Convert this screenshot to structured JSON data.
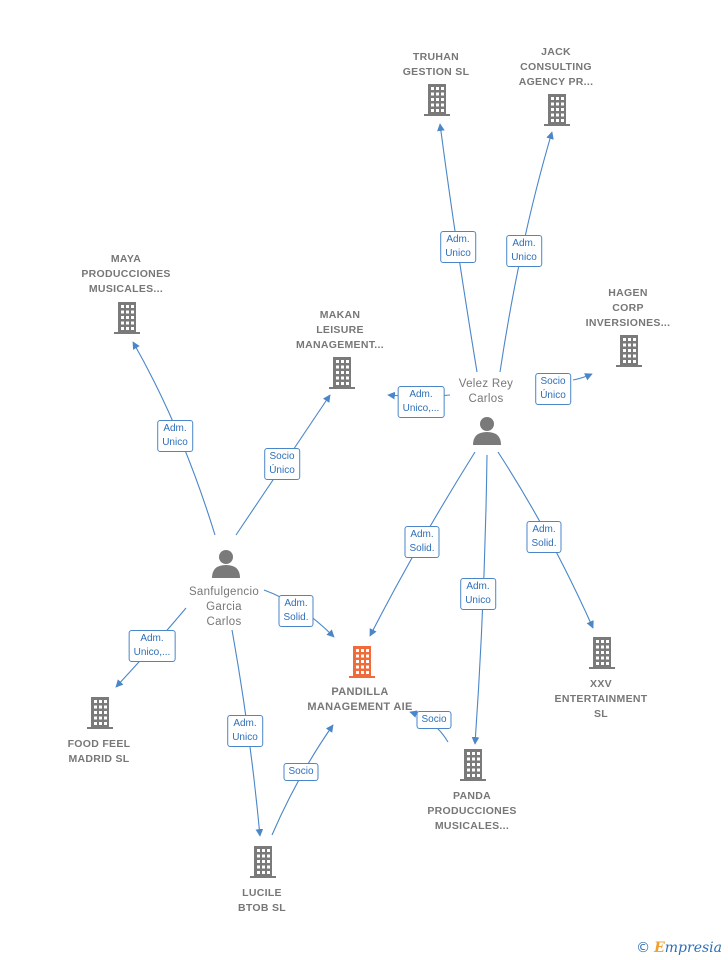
{
  "nodes": [
    {
      "id": "truhan",
      "type": "company",
      "label": "TRUHAN\nGESTION  SL"
    },
    {
      "id": "jack",
      "type": "company",
      "label": "JACK\nCONSULTING\nAGENCY PR..."
    },
    {
      "id": "maya",
      "type": "company",
      "label": "MAYA\nPRODUCCIONES\nMUSICALES..."
    },
    {
      "id": "makan",
      "type": "company",
      "label": "MAKAN\nLEISURE\nMANAGEMENT..."
    },
    {
      "id": "hagen",
      "type": "company",
      "label": "HAGEN\nCORP\nINVERSIONES..."
    },
    {
      "id": "velez",
      "type": "person",
      "label": "Velez Rey\nCarlos"
    },
    {
      "id": "sanfulgencio",
      "type": "person",
      "label": "Sanfulgencio\nGarcia\nCarlos"
    },
    {
      "id": "pandilla",
      "type": "main",
      "label": "PANDILLA\nMANAGEMENT AIE"
    },
    {
      "id": "xxv",
      "type": "company",
      "label": "XXV\nENTERTAINMENT\nSL"
    },
    {
      "id": "foodfeel",
      "type": "company",
      "label": "FOOD FEEL\nMADRID  SL"
    },
    {
      "id": "panda",
      "type": "company",
      "label": "PANDA\nPRODUCCIONES\nMUSICALES..."
    },
    {
      "id": "lucile",
      "type": "company",
      "label": "LUCILE\nBTOB  SL"
    }
  ],
  "edges": [
    {
      "from": "velez",
      "to": "truhan",
      "label": "Adm.\nUnico"
    },
    {
      "from": "velez",
      "to": "jack",
      "label": "Adm.\nUnico"
    },
    {
      "from": "velez",
      "to": "hagen",
      "label": "Socio\nÚnico"
    },
    {
      "from": "velez",
      "to": "makan",
      "label": "Adm.\nUnico,..."
    },
    {
      "from": "velez",
      "to": "pandilla",
      "label": "Adm.\nSolid."
    },
    {
      "from": "velez",
      "to": "panda",
      "label": "Adm.\nUnico"
    },
    {
      "from": "velez",
      "to": "xxv",
      "label": "Adm.\nSolid."
    },
    {
      "from": "sanfulgencio",
      "to": "maya",
      "label": "Adm.\nUnico"
    },
    {
      "from": "sanfulgencio",
      "to": "makan",
      "label": "Socio\nÚnico"
    },
    {
      "from": "sanfulgencio",
      "to": "pandilla",
      "label": "Adm.\nSolid."
    },
    {
      "from": "sanfulgencio",
      "to": "foodfeel",
      "label": "Adm.\nUnico,..."
    },
    {
      "from": "sanfulgencio",
      "to": "lucile",
      "label": "Adm.\nUnico"
    },
    {
      "from": "lucile",
      "to": "pandilla",
      "label": "Socio"
    },
    {
      "from": "panda",
      "to": "pandilla",
      "label": "Socio"
    }
  ],
  "colors": {
    "edge": "#4a86c8",
    "company_icon": "#7a7a7a",
    "main_icon": "#f06a3a",
    "person_icon": "#7a7a7a"
  },
  "footer": {
    "copyright": "©",
    "brand_initial": "E",
    "brand_rest": "mpresia"
  }
}
